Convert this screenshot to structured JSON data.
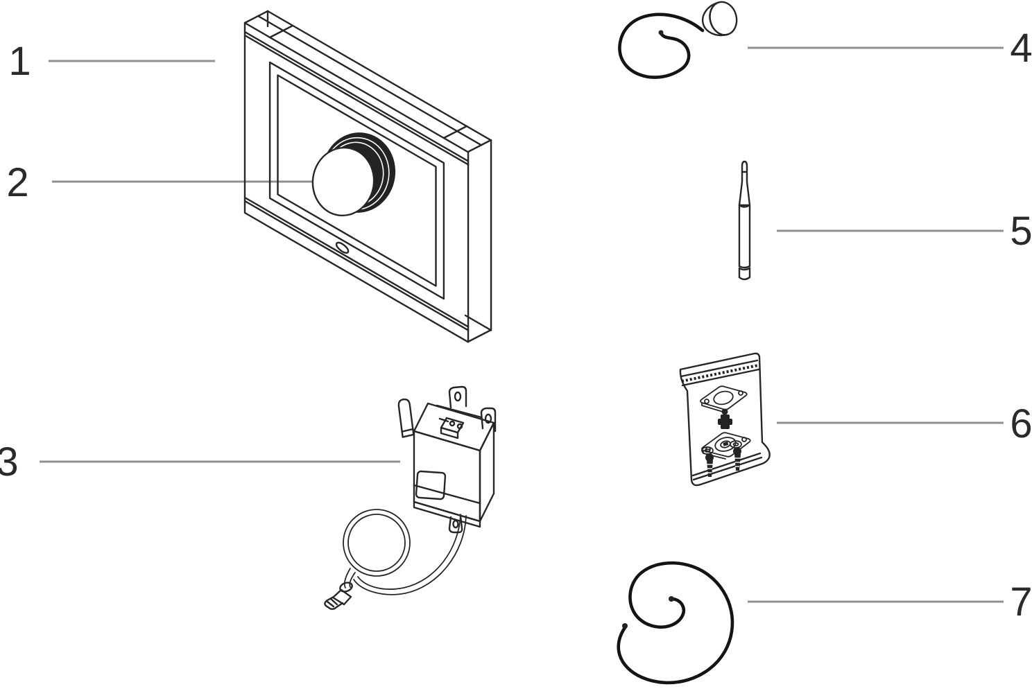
{
  "figure": {
    "kind": "exploded-parts-line-diagram",
    "background_color": "#ffffff",
    "line_color": "#262626",
    "cable_color": "#141414",
    "leader_line_color": "#8f8f8f",
    "callout_text_color": "#2a2a2a"
  },
  "callouts": [
    {
      "label": "1",
      "part": "mounting-frame"
    },
    {
      "label": "2",
      "part": "control-knob"
    },
    {
      "label": "3",
      "part": "control-module-with-cable"
    },
    {
      "label": "4",
      "part": "puck-antenna-with-cable"
    },
    {
      "label": "5",
      "part": "whip-antenna"
    },
    {
      "label": "6",
      "part": "hardware-kit-bag"
    },
    {
      "label": "7",
      "part": "cable-coil"
    }
  ]
}
